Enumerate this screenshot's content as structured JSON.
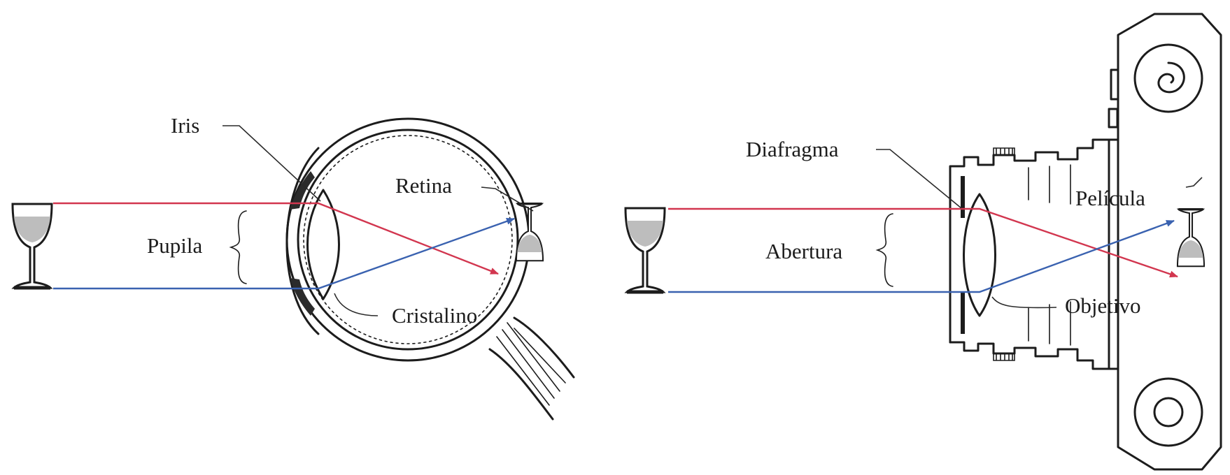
{
  "eye": {
    "iris_label": "Iris",
    "retina_label": "Retina",
    "pupil_label": "Pupila",
    "lens_label": "Cristalino"
  },
  "camera": {
    "diaphragm_label": "Diafragma",
    "film_label": "Película",
    "aperture_label": "Abertura",
    "objective_label": "Objetivo"
  },
  "colors": {
    "ray_top": "#d2364f",
    "ray_bottom": "#3a62b0",
    "ink": "#1c1c1c"
  },
  "icons": [
    "wine-glass-icon",
    "inverted-wine-glass-icon",
    "eye-cross-section",
    "camera-cross-section"
  ]
}
